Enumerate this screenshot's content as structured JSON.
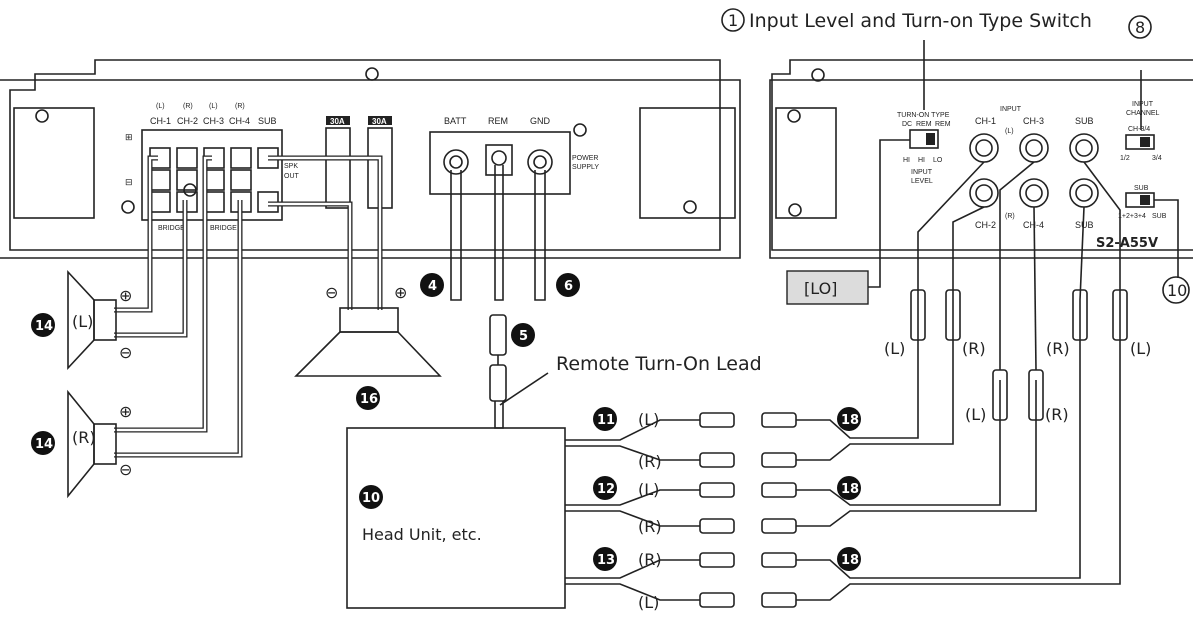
{
  "callouts": {
    "c1": "1",
    "c4": "4",
    "c5": "5",
    "c6": "6",
    "c8": "8",
    "c10_right": "10",
    "c10_head": "10",
    "c11": "11",
    "c12": "12",
    "c13": "13",
    "c14_top": "14",
    "c14_bottom": "14",
    "c16": "16",
    "c18_a": "18",
    "c18_b": "18",
    "c18_c": "18"
  },
  "labels": {
    "input_switch": "Input Level and Turn-on Type Switch",
    "remote_lead": "Remote Turn-On Lead",
    "head_unit": "Head Unit, etc.",
    "lo_box": "[LO]",
    "speaker_top_side": "(L)",
    "speaker_bottom_side": "(R)",
    "row11_a": "(L)",
    "row11_b": "(R)",
    "row12_a": "(L)",
    "row12_b": "(R)",
    "row13_a": "(R)",
    "row13_b": "(L)",
    "rca_l1": "(L)",
    "rca_r1": "(R)",
    "rca_l2": "(L)",
    "rca_r2": "(R)",
    "rca_r3": "(R)",
    "rca_l3": "(L)"
  },
  "amp_left": {
    "ch_tags": [
      "(L)",
      "(R)",
      "(L)",
      "(R)"
    ],
    "channels": [
      "CH-1",
      "CH-2",
      "CH-3",
      "CH-4",
      "SUB"
    ],
    "spk_out": [
      "SPK",
      "OUT"
    ],
    "bridge": [
      "BRIDGE",
      "BRIDGE"
    ],
    "fuses": [
      "30A",
      "30A"
    ],
    "power": [
      "BATT",
      "REM",
      "GND"
    ],
    "power_supply": [
      "POWER",
      "SUPPLY"
    ]
  },
  "amp_right": {
    "turn_on_type": "TURN-ON TYPE",
    "turn_on_opts": [
      "DC",
      "REM",
      "REM"
    ],
    "level_opts": [
      "HI",
      "HI",
      "LO"
    ],
    "input_level": [
      "INPUT",
      "LEVEL"
    ],
    "input": "INPUT",
    "inputs_top": [
      "CH-1",
      "CH-3",
      "SUB"
    ],
    "inputs_bottom": [
      "CH-2",
      "CH-4",
      "SUB"
    ],
    "input_tags": [
      "(L)",
      "(R)"
    ],
    "input_channel": [
      "INPUT",
      "CHANNEL"
    ],
    "ch34_switch": "CH-3/4",
    "ch34_opts": [
      "1/2",
      "3/4"
    ],
    "sub_switch": "SUB",
    "sub_opts": [
      "1+2+3+4",
      "SUB"
    ],
    "model": "S2-A55V"
  },
  "colors": {
    "ink": "#222222",
    "badge": "#111111",
    "fuse_tag": "#222222",
    "lo_box_fill": "#dcdcdc"
  }
}
